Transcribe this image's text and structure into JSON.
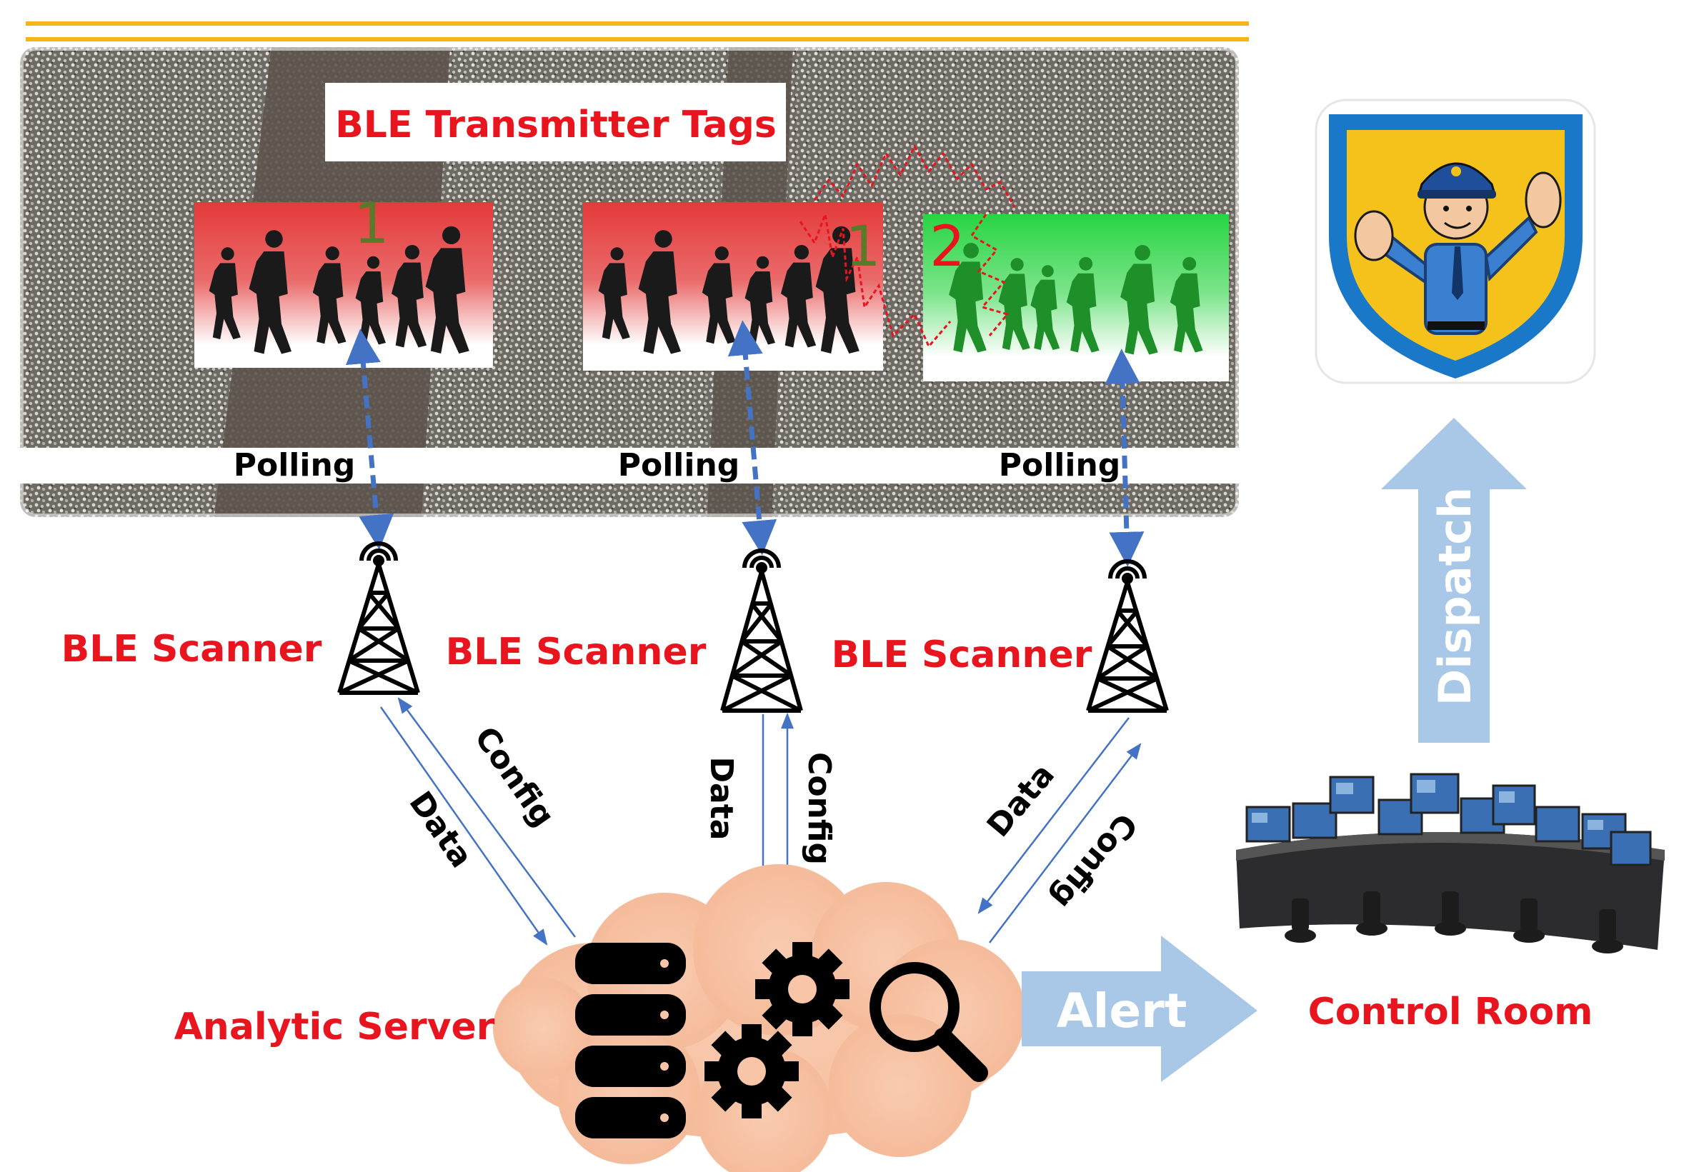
{
  "header_title": "BLE Transmitter Tags",
  "tags": [
    {
      "number": "1",
      "status": "congested",
      "color": "#e0302e"
    },
    {
      "number": "1",
      "status": "congested",
      "color": "#e0302e"
    },
    {
      "number": "2",
      "status": "normal",
      "color": "#22c43a"
    }
  ],
  "polling_labels": [
    "Polling",
    "Polling",
    "Polling"
  ],
  "scanners": [
    {
      "label": "BLE Scanner",
      "data_label": "Data",
      "config_label": "Config"
    },
    {
      "label": "BLE Scanner",
      "data_label": "Data",
      "config_label": "Config"
    },
    {
      "label": "BLE Scanner",
      "data_label": "Data",
      "config_label": "Config"
    }
  ],
  "server_label": "Analytic Server",
  "alert_label": "Alert",
  "control_room_label": "Control Room",
  "dispatch_label": "Dispatch",
  "colors": {
    "label_red": "#e8141e",
    "accent_orange": "#f5b417",
    "arrow_blue": "#4472c4",
    "big_arrow": "#a9c8e8",
    "cloud": "#f8c5a8",
    "shield_blue": "#1a78c8",
    "shield_yellow": "#f5c21b"
  },
  "icons": [
    "database-icon",
    "gears-icon",
    "magnifier-icon",
    "antenna-tower-icon",
    "police-officer-icon",
    "control-room-icon"
  ]
}
